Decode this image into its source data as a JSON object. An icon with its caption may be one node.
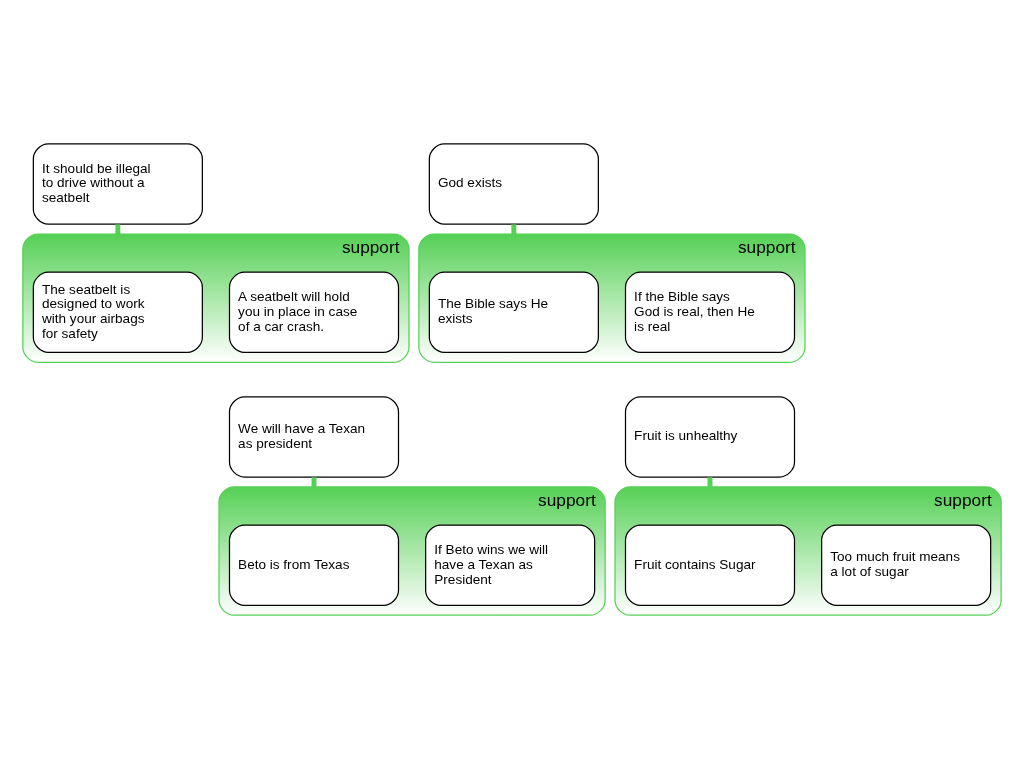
{
  "diagram": {
    "nodes": [
      {
        "text": [
          "It should be illegal to drive without a seatbelt"
        ]
      },
      {
        "text": [
          "support"
        ]
      },
      {
        "text": [
          "The seatbelt is designed to work with your airbags for safety"
        ],
        "in": 1
      },
      {
        "text": [
          "A seatbelt will hold you in place in case of a car crash."
        ],
        "in": 1
      },
      {
        "text": [
          "God exists"
        ]
      },
      {
        "text": [
          "support"
        ]
      },
      {
        "text": [
          "The Bible says He exists"
        ],
        "in": 5
      },
      {
        "text": [
          "If the Bible says God is real, then He is real"
        ],
        "in": 5
      },
      {
        "text": [
          "We will have a Texan as president"
        ]
      },
      {
        "text": [
          "support"
        ]
      },
      {
        "text": [
          "Beto is from Texas"
        ],
        "in": 9
      },
      {
        "text": [
          "If Beto wins we will have a Texan as President"
        ],
        "in": 9
      },
      {
        "text": [
          "Fruit is unhealthy"
        ]
      },
      {
        "text": [
          "support"
        ]
      },
      {
        "text": [
          "Fruit contains Sugar"
        ],
        "in": 13
      },
      {
        "text": [
          "Too much fruit means a lot of sugar"
        ],
        "in": 13
      }
    ],
    "edges": [
      {
        "from": 0,
        "to": 1,
        "arrow": "none"
      },
      {
        "from": 4,
        "to": 5,
        "arrow": "none"
      },
      {
        "from": 8,
        "to": 9,
        "arrow": "none"
      },
      {
        "from": 12,
        "to": 13,
        "arrow": "none"
      }
    ]
  }
}
